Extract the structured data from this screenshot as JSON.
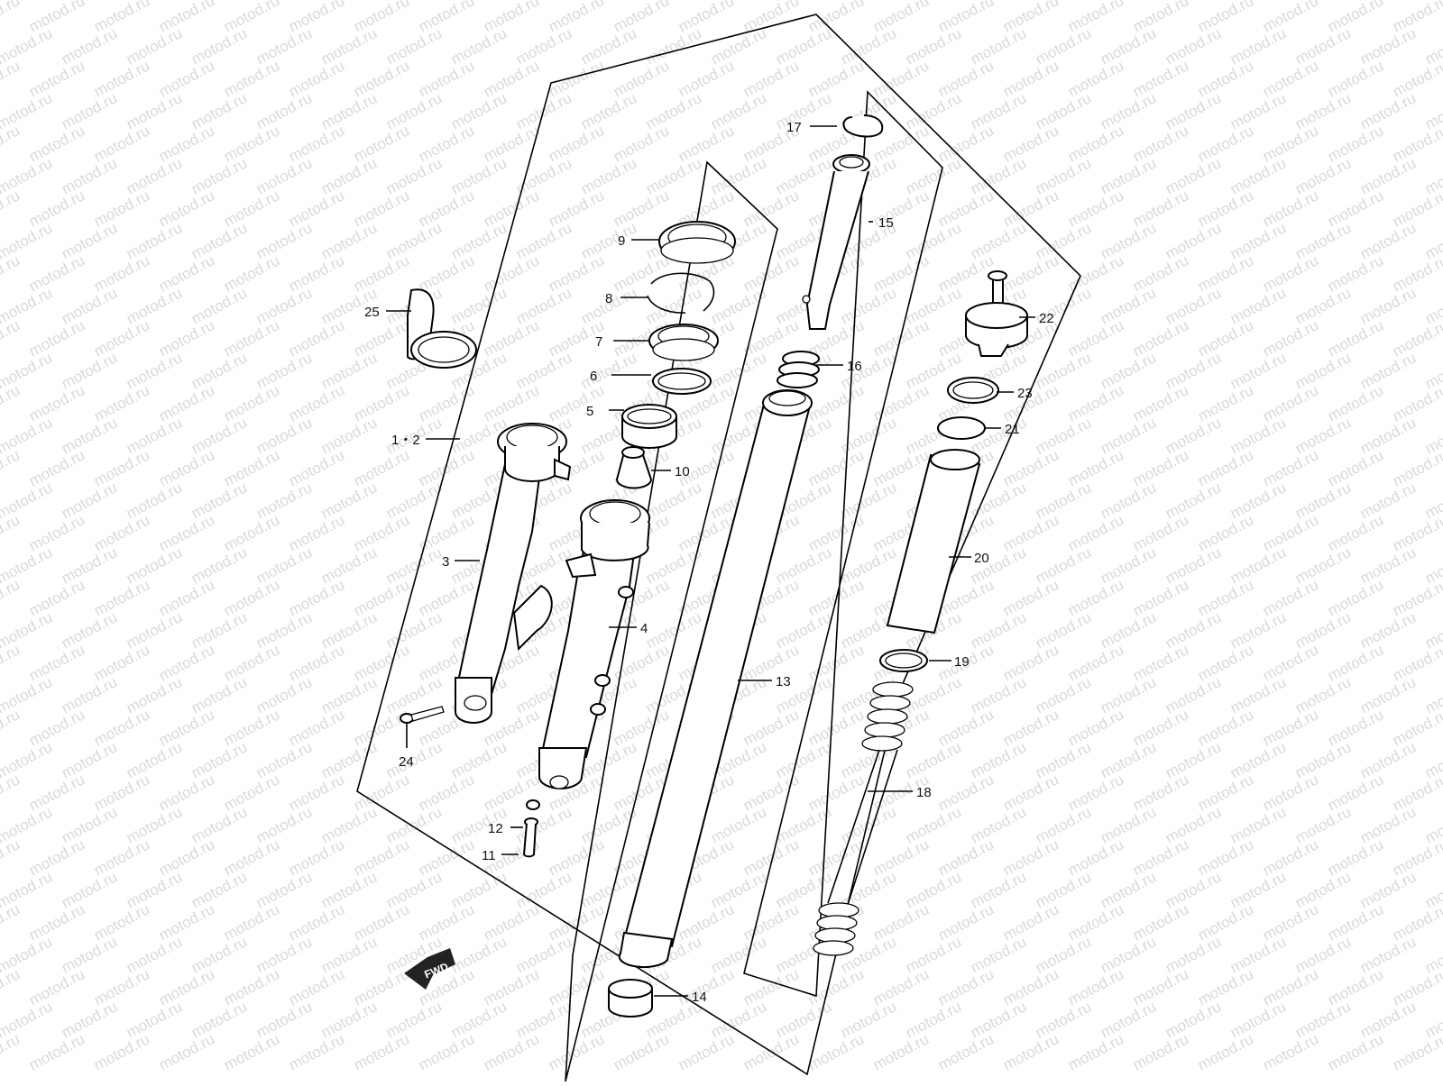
{
  "watermark": "motod.ru",
  "fwd_label": "FWD",
  "callouts": [
    {
      "id": "c17",
      "text": "17"
    },
    {
      "id": "c15",
      "text": "15"
    },
    {
      "id": "c9",
      "text": "9"
    },
    {
      "id": "c8",
      "text": "8"
    },
    {
      "id": "c25",
      "text": "25"
    },
    {
      "id": "c22",
      "text": "22"
    },
    {
      "id": "c7",
      "text": "7"
    },
    {
      "id": "c16",
      "text": "16"
    },
    {
      "id": "c6",
      "text": "6"
    },
    {
      "id": "c23",
      "text": "23"
    },
    {
      "id": "c5",
      "text": "5"
    },
    {
      "id": "c21",
      "text": "21"
    },
    {
      "id": "c12l",
      "text": "1・2"
    },
    {
      "id": "c10",
      "text": "10"
    },
    {
      "id": "c3",
      "text": "3"
    },
    {
      "id": "c20",
      "text": "20"
    },
    {
      "id": "c4",
      "text": "4"
    },
    {
      "id": "c19",
      "text": "19"
    },
    {
      "id": "c13",
      "text": "13"
    },
    {
      "id": "c24",
      "text": "24"
    },
    {
      "id": "c18",
      "text": "18"
    },
    {
      "id": "c12",
      "text": "12"
    },
    {
      "id": "c11",
      "text": "11"
    },
    {
      "id": "c14",
      "text": "14"
    }
  ]
}
